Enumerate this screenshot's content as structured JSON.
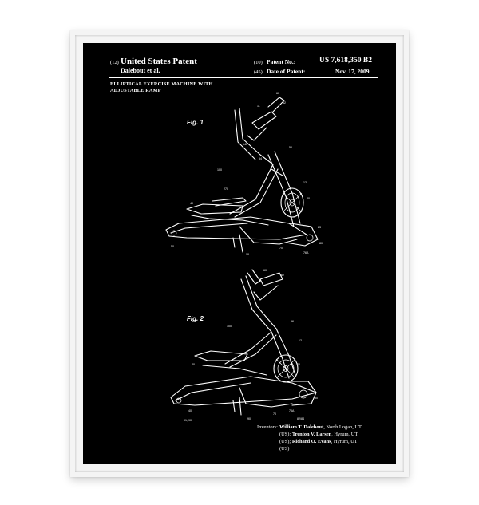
{
  "header": {
    "left_code": "(12)",
    "left_title": "United States Patent",
    "authors": "Dalebout et al.",
    "patent_no_code": "(10)",
    "patent_no_label": "Patent No.:",
    "patent_no_value": "US 7,618,350 B2",
    "date_code": "(45)",
    "date_label": "Date of Patent:",
    "date_value": "Nov. 17, 2009"
  },
  "title": {
    "line1": "ELLIPTICAL EXERCISE MACHINE WITH",
    "line2": "ADJUSTABLE RAMP"
  },
  "figures": {
    "fig1": "Fig. 1",
    "fig2": "Fig. 2"
  },
  "inventors": {
    "label": "Inventors:",
    "name1": "William T. Dalebout",
    "loc1": ", North Logan, UT",
    "loc1b": "(US); ",
    "name2": "Trenton V. Larsen",
    "loc2": ", Hyrum, UT",
    "loc2b": "(US); ",
    "name3": "Richard O. Evans",
    "loc3": ", Hyrum, UT",
    "loc3b": "(US)"
  },
  "colors": {
    "poster_bg": "#000000",
    "ink": "#ffffff",
    "frame": "#f4f4f4"
  }
}
